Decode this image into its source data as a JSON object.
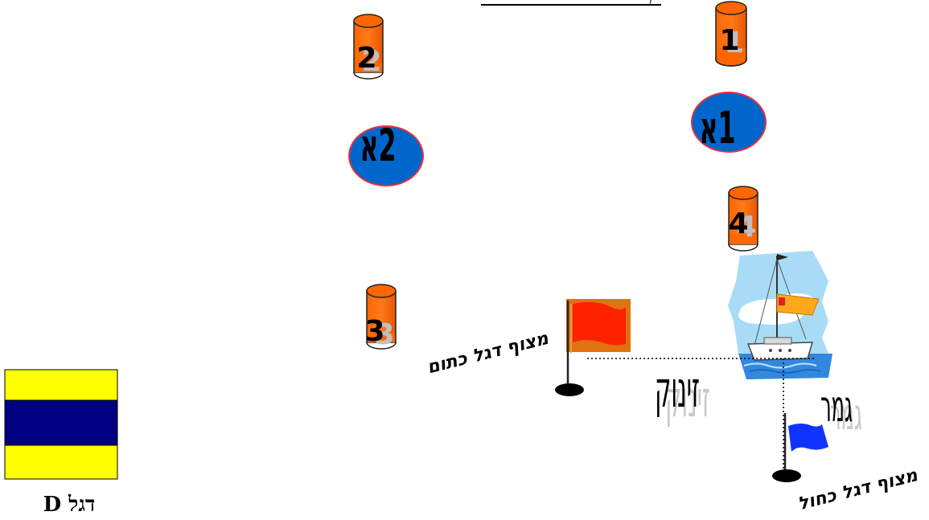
{
  "buoys": [
    {
      "label": "1",
      "shadow": "1"
    },
    {
      "label": "2",
      "shadow": "2"
    },
    {
      "label": "3",
      "shadow": "3"
    },
    {
      "label": "4",
      "shadow": "4"
    }
  ],
  "oval_marks": [
    {
      "label": "1א"
    },
    {
      "label": "2א"
    }
  ],
  "committee_flag_label": "מצוף דגל כתום",
  "finish_flag_label": "מצוף דגל כחול",
  "start_label": "זינוק",
  "finish_label": "גמר",
  "signal_flag_label": "דגל D",
  "colors": {
    "buoy_orange": "#ff6600",
    "oval_blue": "#0066cc",
    "oval_border": "#e8303a",
    "flag_red": "#ff2200",
    "flag_orange_bg": "#e0730f",
    "flag_blue": "#1133ff",
    "d_yellow": "#ffff00",
    "d_navy": "#000080",
    "sky": "#a8dcf6",
    "sea": "#3388dd"
  },
  "icons": [
    "sailboat-icon",
    "flag-icon"
  ]
}
